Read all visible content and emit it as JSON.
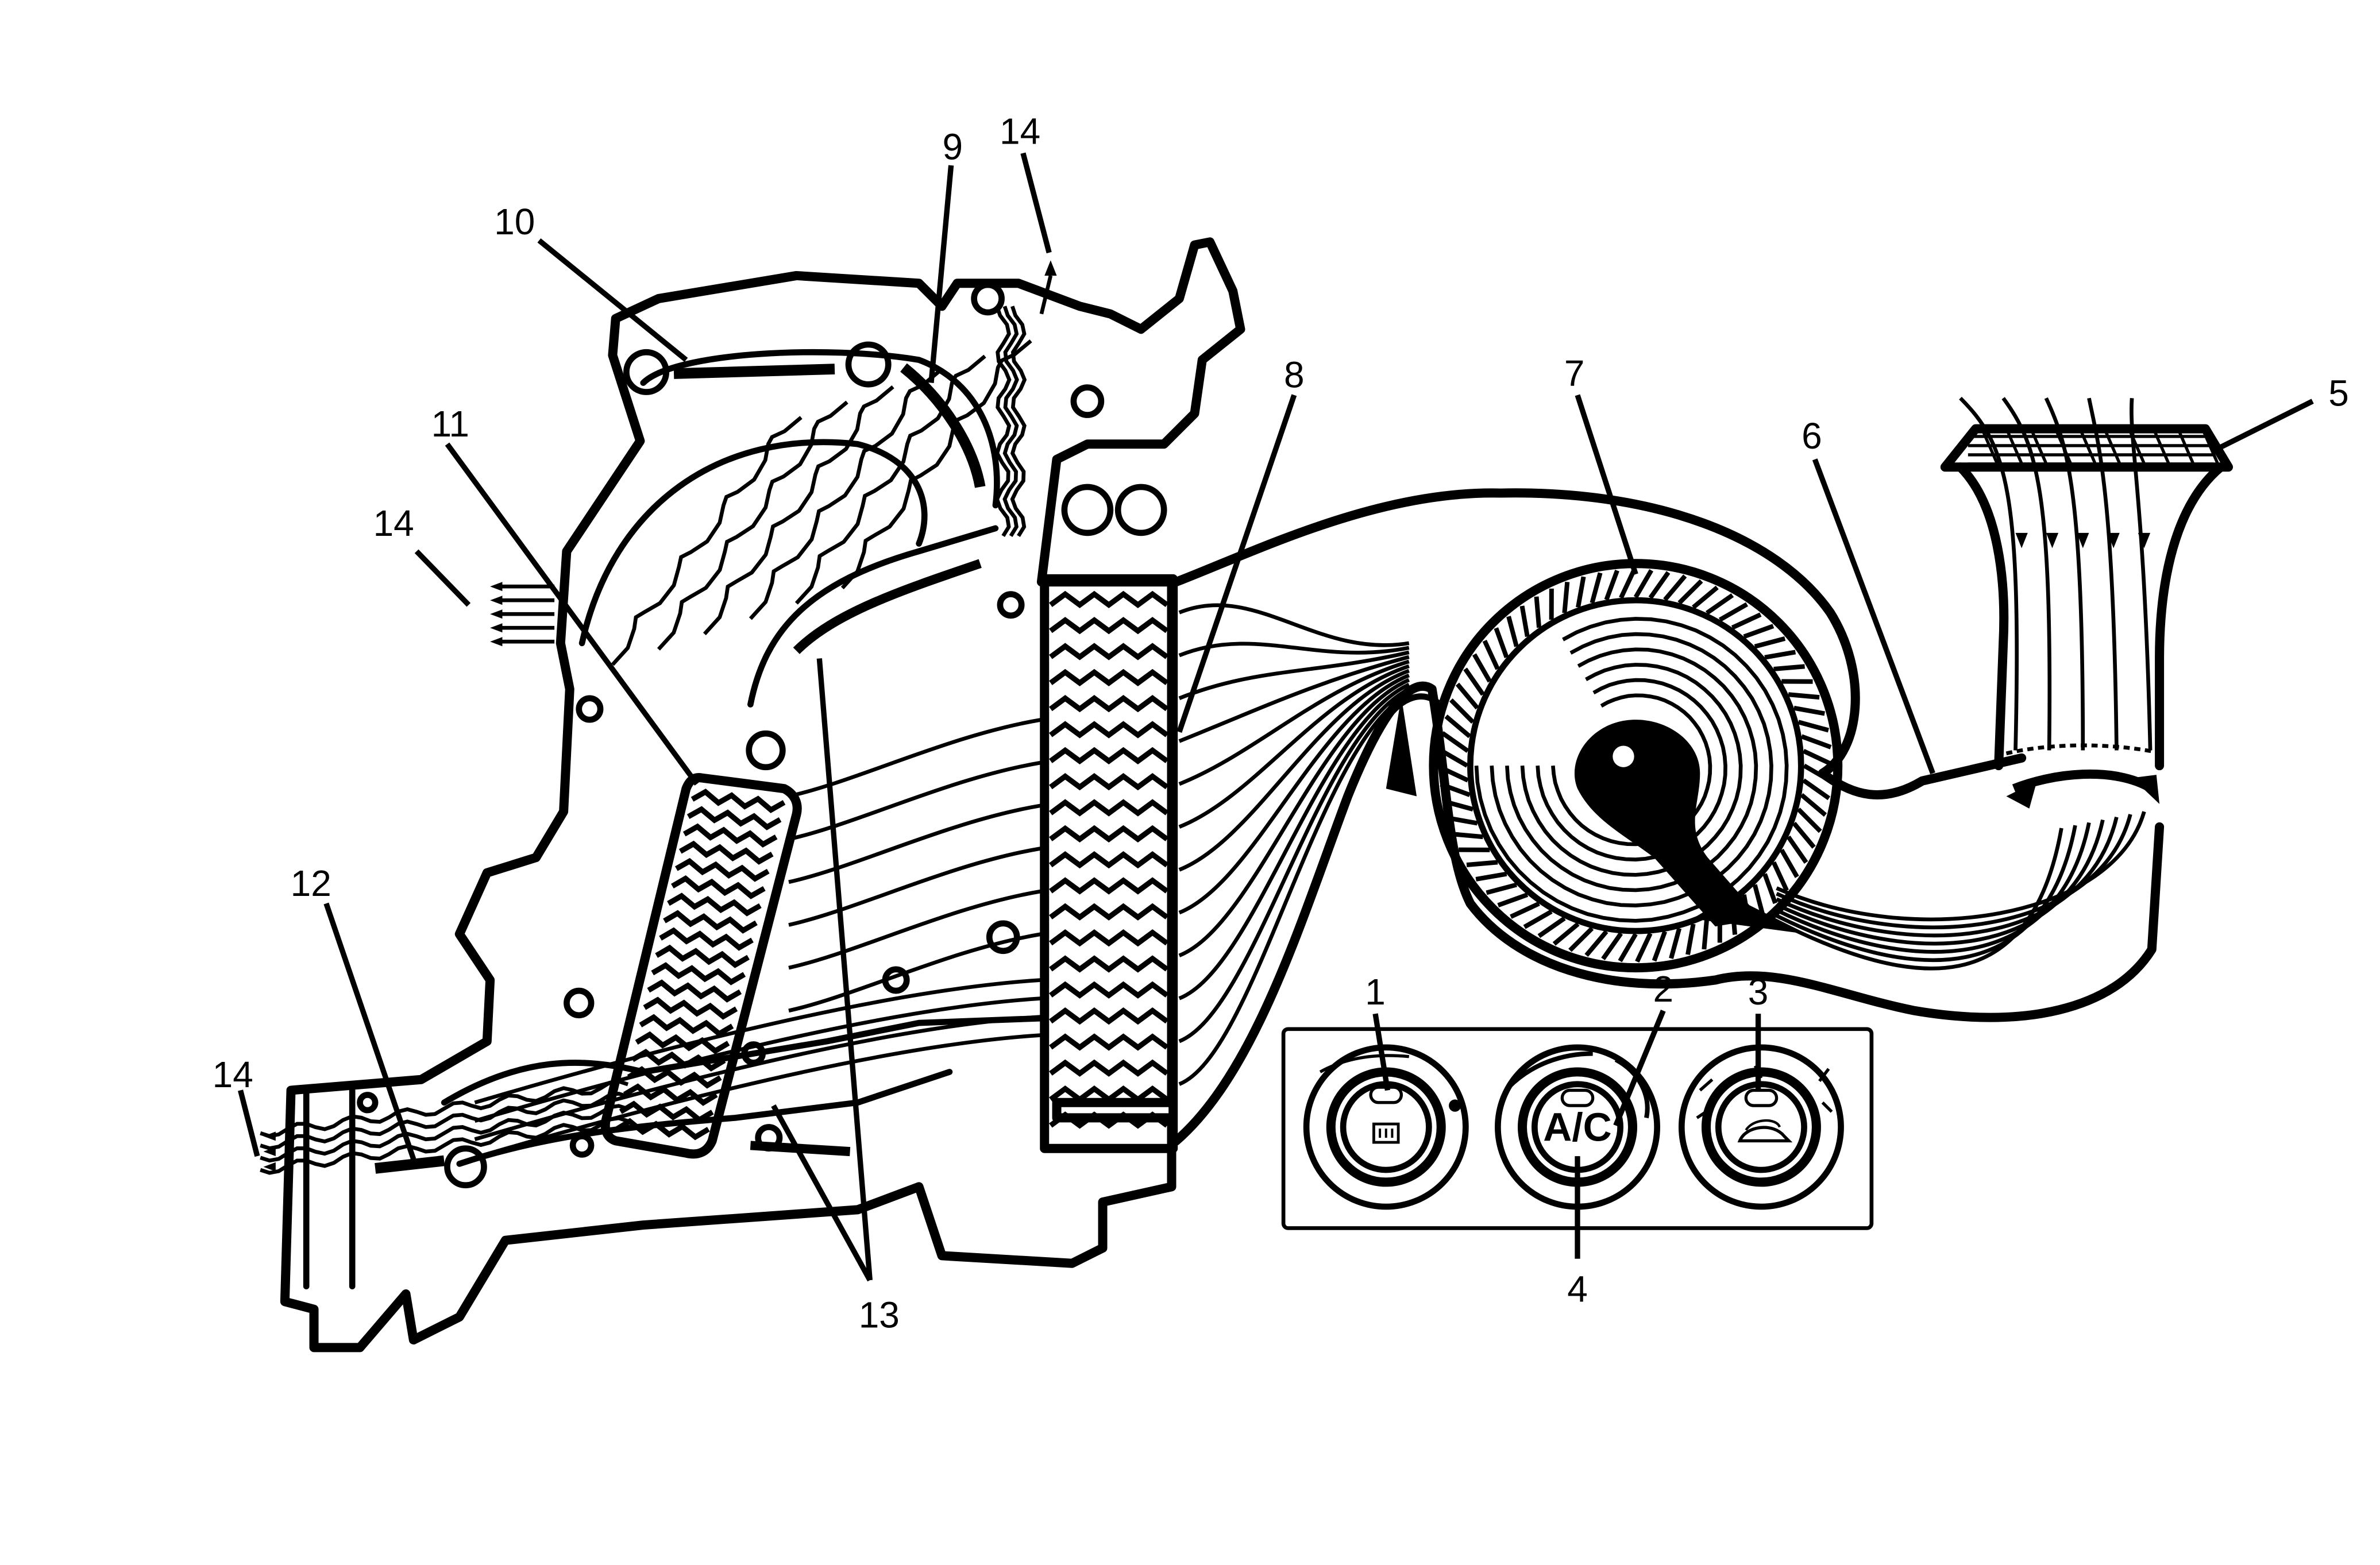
{
  "callouts": {
    "c1": "1",
    "c2": "2",
    "c3": "3",
    "c4": "4",
    "c5": "5",
    "c6": "6",
    "c7": "7",
    "c8": "8",
    "c9": "9",
    "c10": "10",
    "c11": "11",
    "c12": "12",
    "c13": "13",
    "c14_top": "14",
    "c14_left": "14",
    "c14_bottom": "14"
  },
  "control_panel": {
    "center_button_label": "A/C"
  },
  "icons": {
    "knob_left": "rear-defrost-icon",
    "knob_center": "ac-button",
    "knob_right": "recirculation-icon"
  },
  "colors": {
    "line": "#000000",
    "background": "#ffffff"
  }
}
